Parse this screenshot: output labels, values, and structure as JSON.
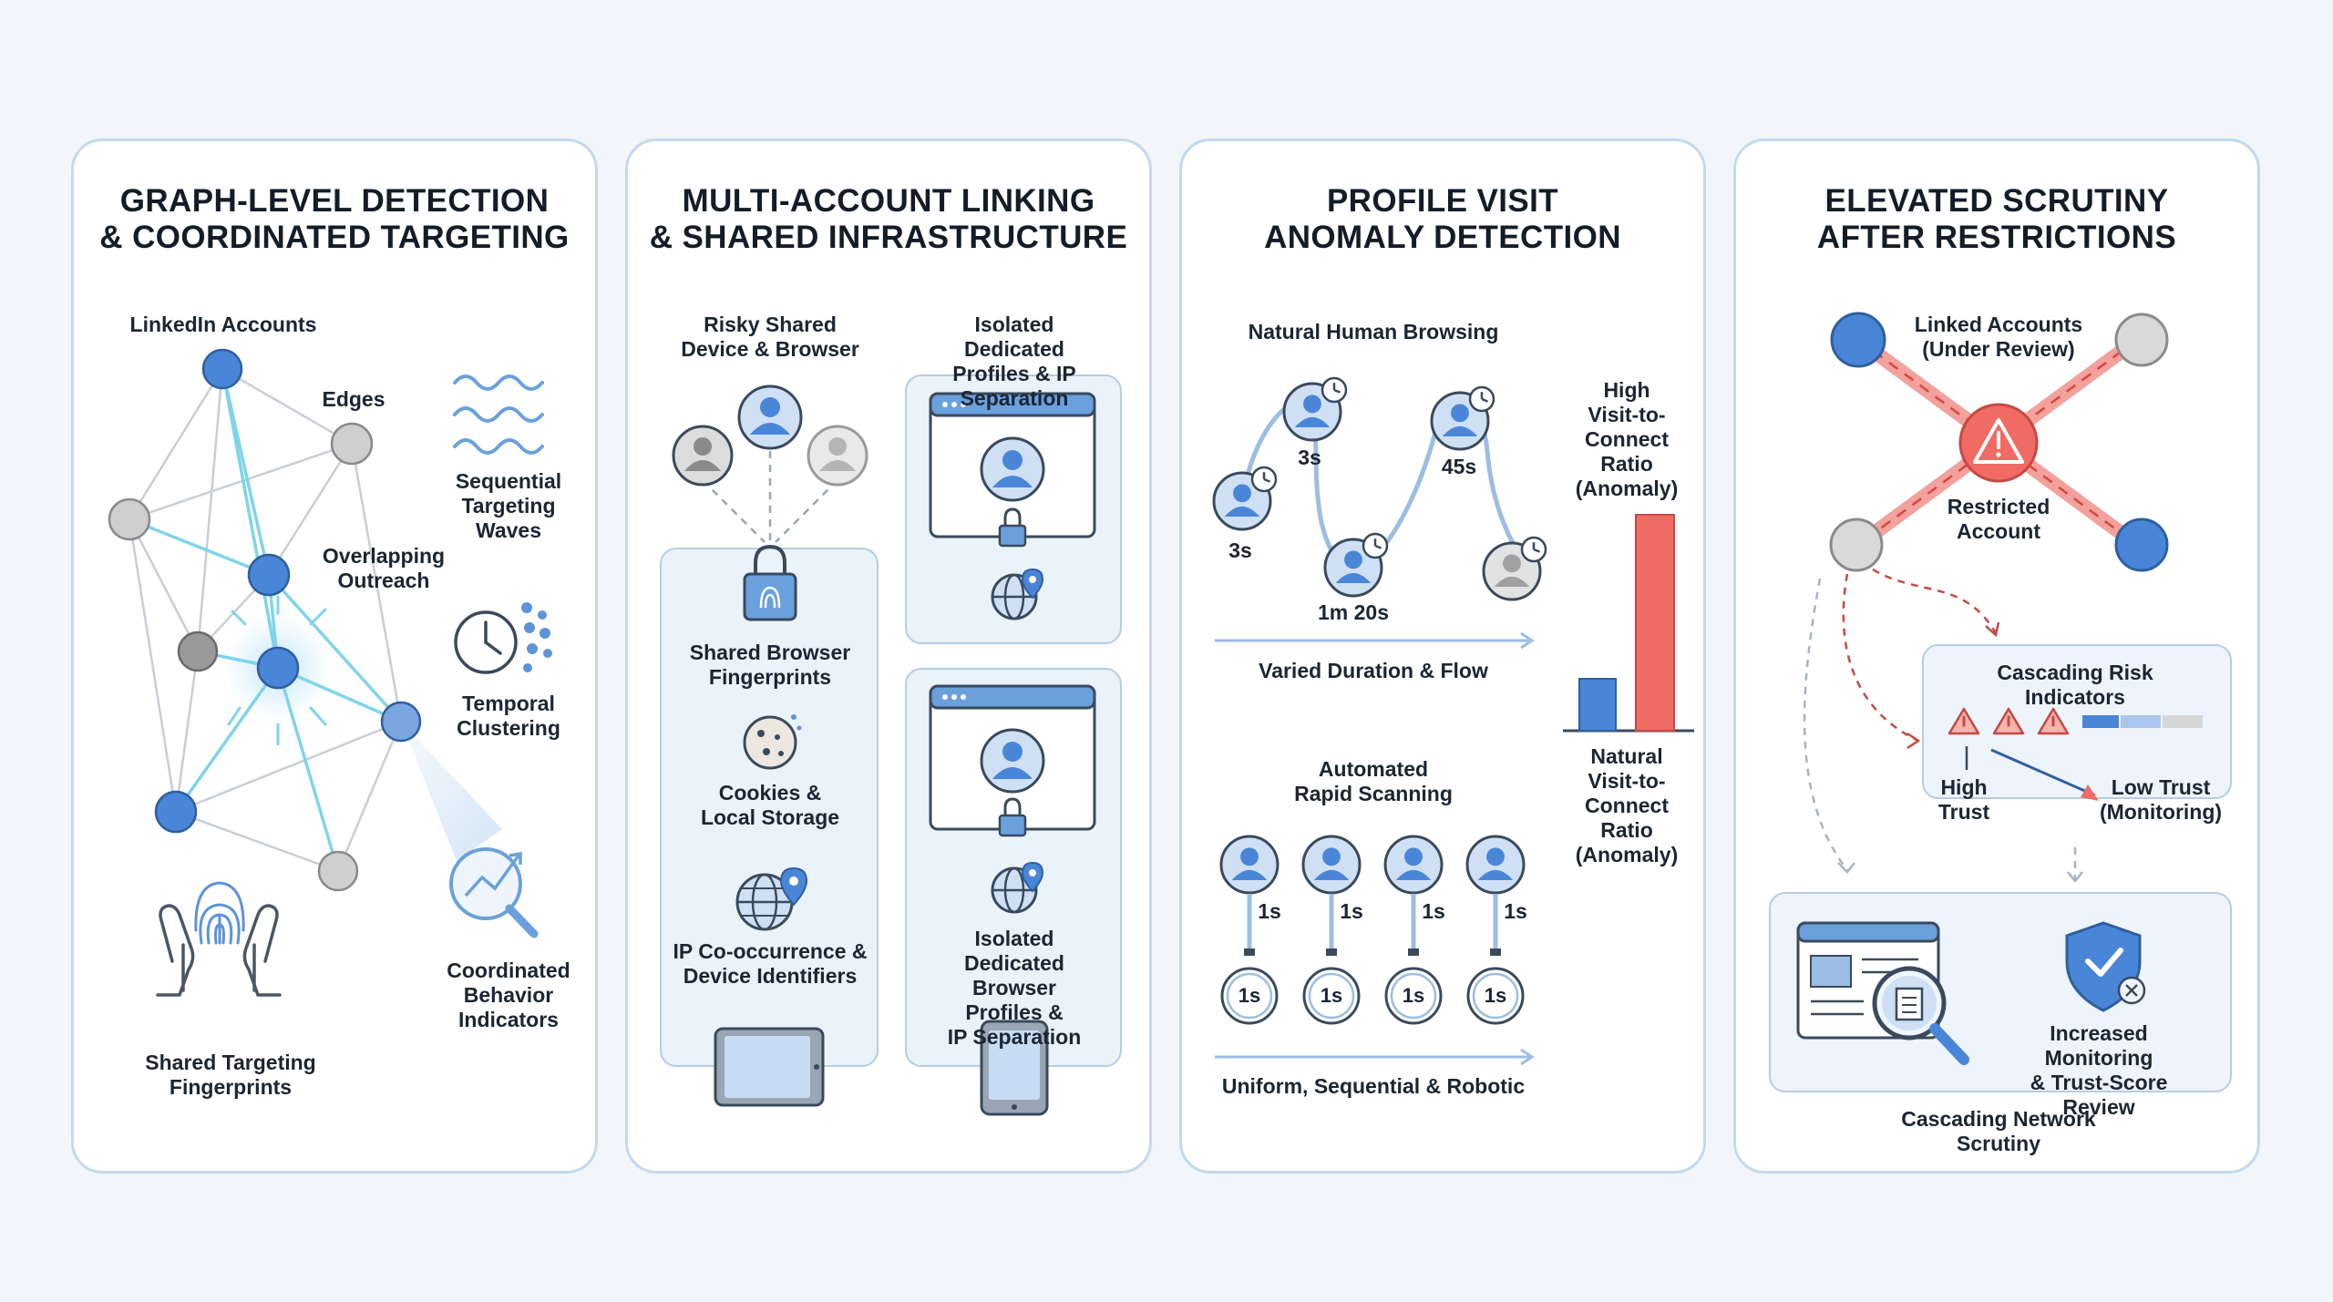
{
  "panels": [
    {
      "title": "GRAPH-LEVEL DETECTION\n& COORDINATED TARGETING",
      "labels": {
        "accounts": "LinkedIn Accounts",
        "edges": "Edges",
        "overlap": "Overlapping\nOutreach",
        "waves": "Sequential\nTargeting\nWaves",
        "temporal": "Temporal\nClustering",
        "coordinated": "Coordinated\nBehavior\nIndicators",
        "fingerprints": "Shared Targeting\nFingerprints"
      }
    },
    {
      "title": "MULTI-ACCOUNT LINKING\n& SHARED INFRASTRUCTURE",
      "labels": {
        "risky": "Risky Shared\nDevice & Browser",
        "isolated": "Isolated Dedicated\nProfiles & IP Separation",
        "browser_fp": "Shared Browser\nFingerprints",
        "cookies": "Cookies &\nLocal Storage",
        "ip": "IP Co-occurrence &\nDevice Identifiers",
        "isolated_browser": "Isolated Dedicated\nBrowser Profiles &\nIP Separation"
      }
    },
    {
      "title": "PROFILE VISIT\nANOMALY DETECTION",
      "labels": {
        "natural": "Natural Human Browsing",
        "t_3s_a": "3s",
        "t_3s_b": "3s",
        "t_45s": "45s",
        "t_1m20s": "1m 20s",
        "varied": "Varied Duration & Flow",
        "high_ratio": "High\nVisit-to-\nConnect\nRatio\n(Anomaly)",
        "natural_ratio": "Natural\nVisit-to-\nConnect Ratio\n(Anomaly)",
        "automated": "Automated\nRapid Scanning",
        "uniform": "Uniform, Sequential & Robotic",
        "t_1s": [
          "1s",
          "1s",
          "1s",
          "1s"
        ],
        "stopwatch": [
          "1s",
          "1s",
          "1s",
          "1s"
        ]
      }
    },
    {
      "title": "ELEVATED SCRUTINY\nAFTER RESTRICTIONS",
      "labels": {
        "linked": "Linked Accounts\n(Under Review)",
        "restricted": "Restricted\nAccount",
        "cascading": "Cascading Risk Indicators",
        "high_trust": "High\nTrust",
        "low_trust": "Low Trust\n(Monitoring)",
        "increased": "Increased Monitoring\n& Trust-Score Review",
        "network": "Cascading Network Scrutiny"
      }
    }
  ],
  "colors": {
    "blue_node": "#4a86d8",
    "gray_node": "#c9c9c9",
    "dark_gray_node": "#9a9a9a",
    "cyan_edge": "#7fd4ec",
    "red": "#ef6b63",
    "panel_border": "#c4d9ec"
  }
}
